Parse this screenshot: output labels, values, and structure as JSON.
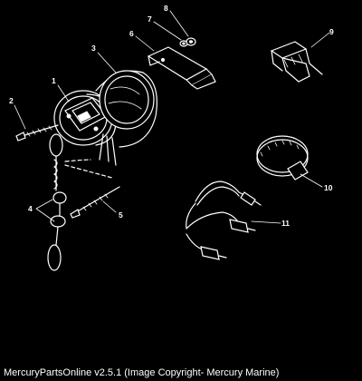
{
  "caption": "MercuryPartsOnline v2.5.1 (Image Copyright- Mercury Marine)",
  "callouts": {
    "n1": "1",
    "n2": "2",
    "n3": "3",
    "n4": "4",
    "n5": "5",
    "n6": "6",
    "n7": "7",
    "n8": "8",
    "n9": "9",
    "n10": "10",
    "n11": "11"
  }
}
